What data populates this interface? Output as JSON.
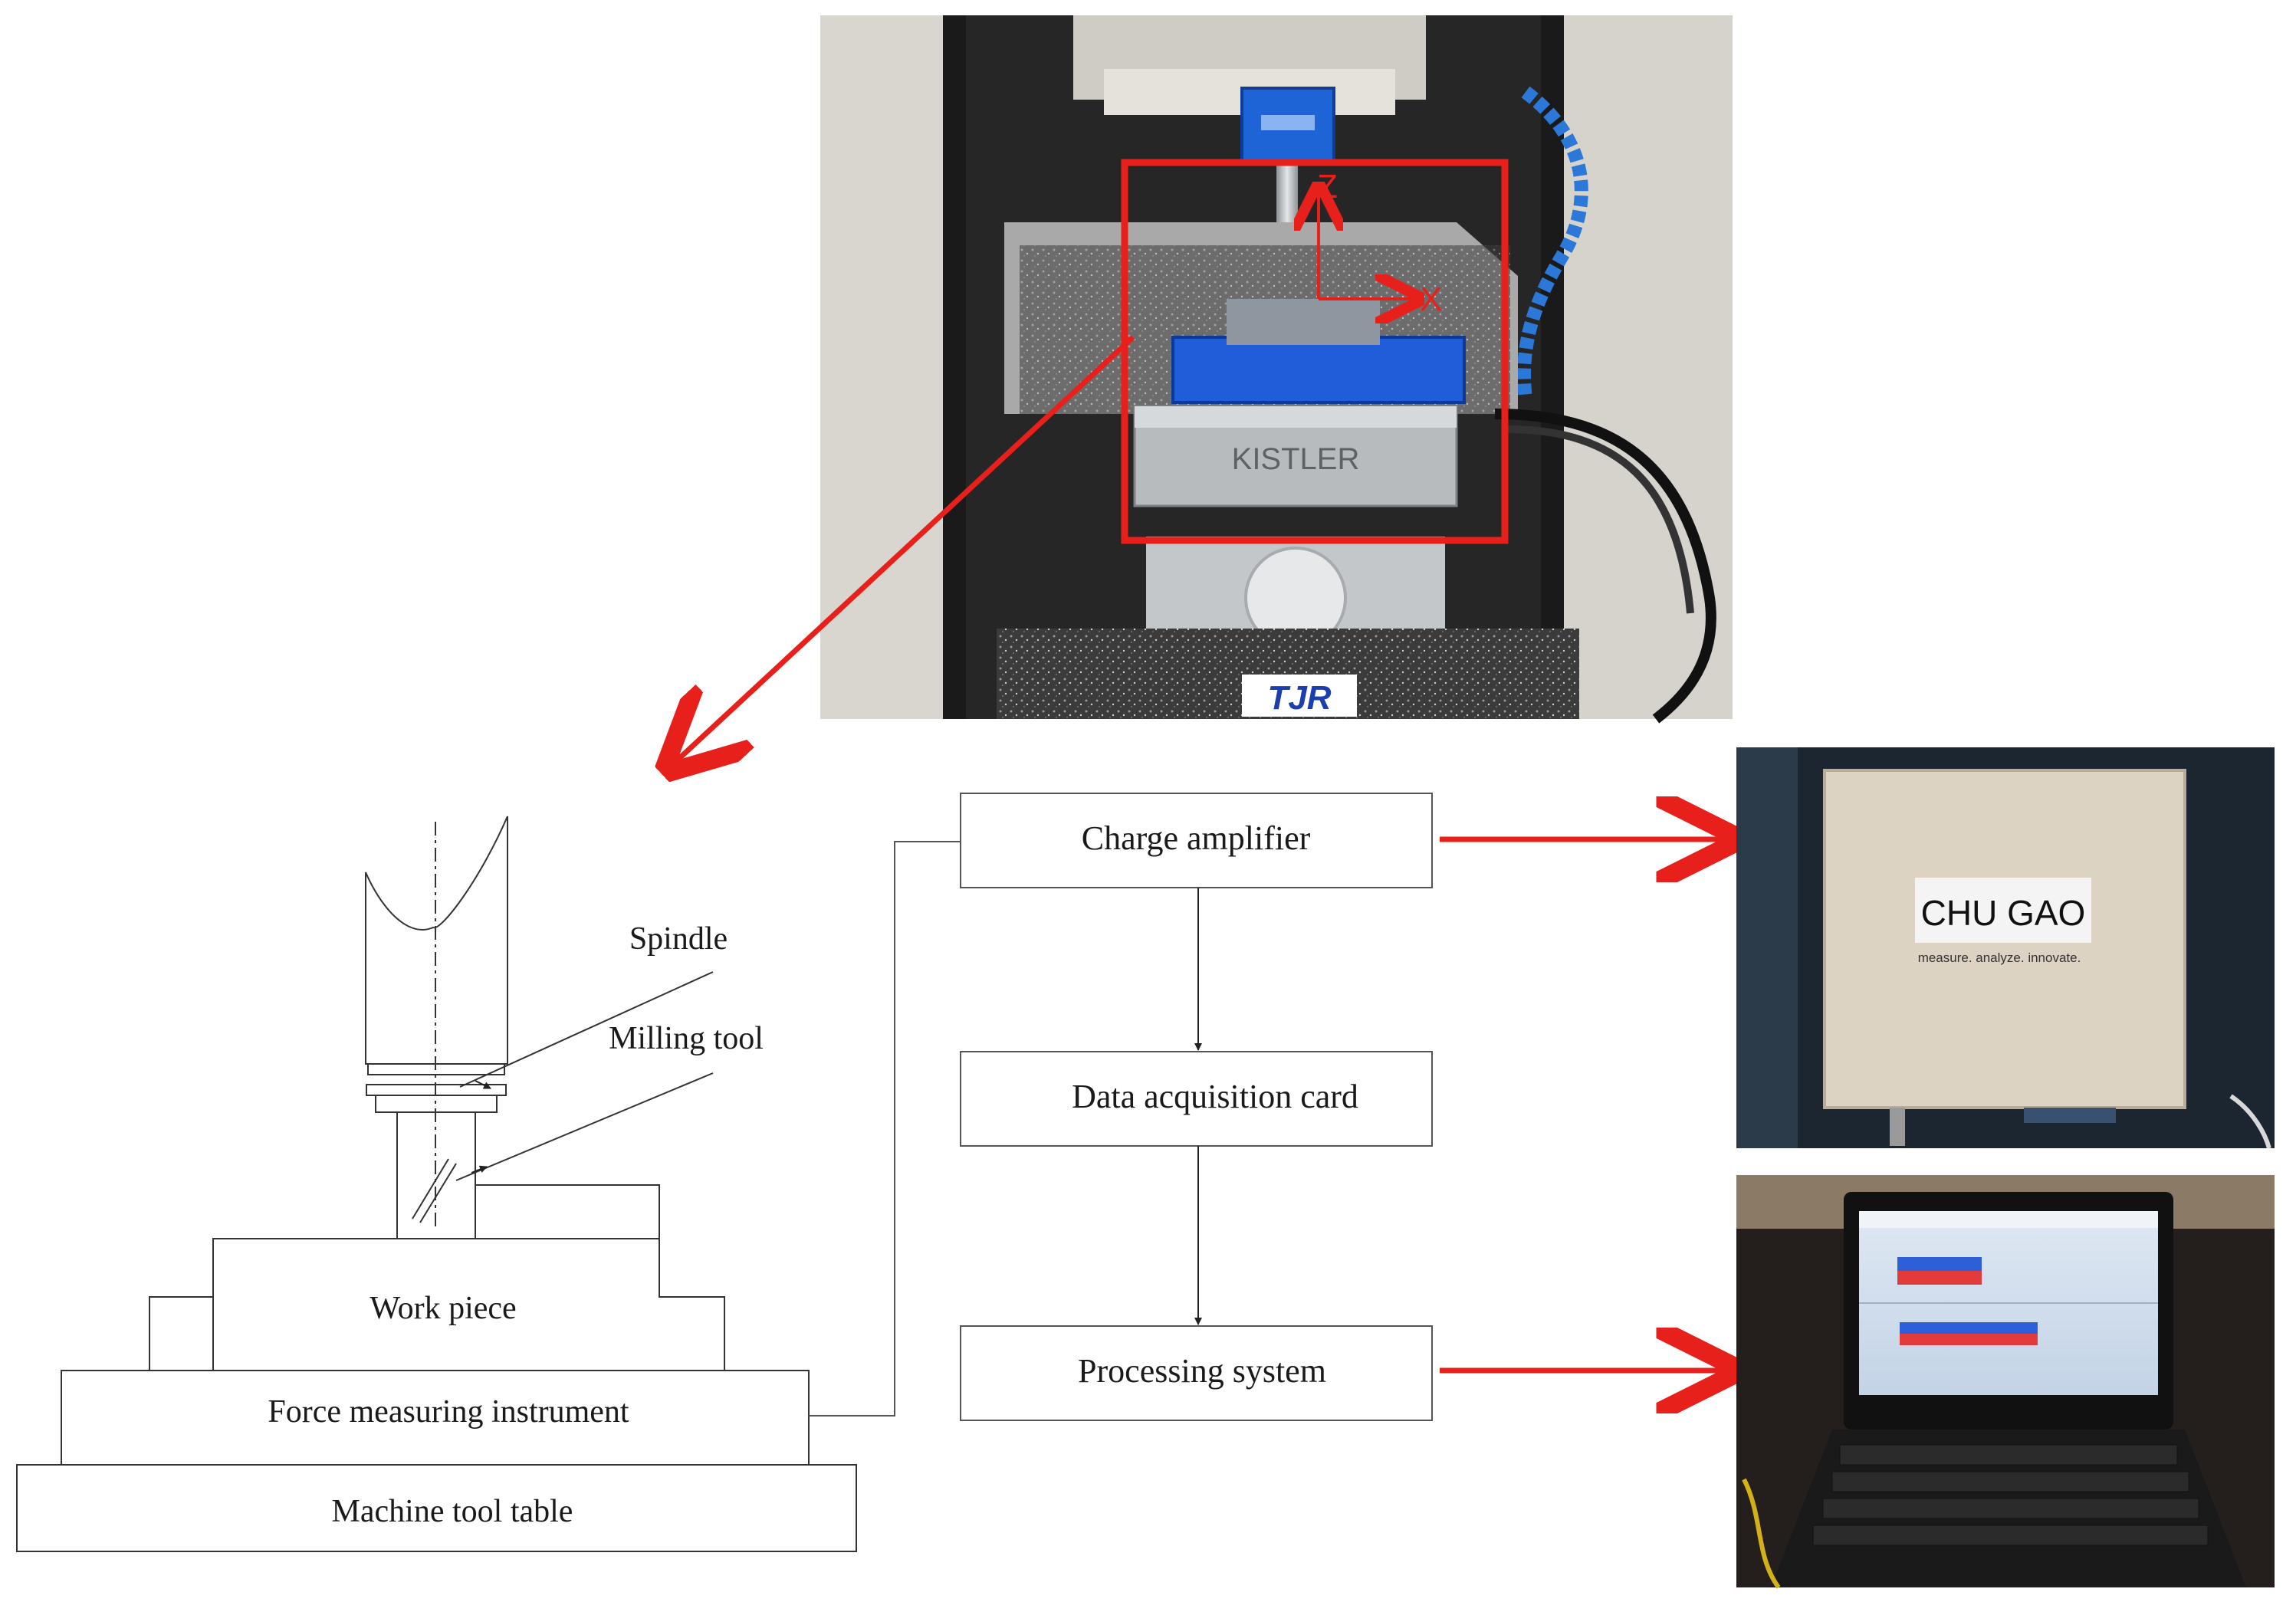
{
  "photo_machine": {
    "axis_z": "Z",
    "axis_x": "X",
    "dynamometer_brand": "KISTLER",
    "table_brand": "TJR"
  },
  "schematic": {
    "spindle_label": "Spindle",
    "milling_tool_label": "Milling tool",
    "workpiece_label": "Work piece",
    "force_instrument_label": "Force measuring instrument",
    "machine_table_label": "Machine tool table"
  },
  "flow": {
    "charge_amplifier": "Charge amplifier",
    "data_acquisition": "Data acquisition card",
    "processing_system": "Processing system"
  },
  "photo_amplifier": {
    "brand": "CHU GAO",
    "tagline": "measure. analyze. innovate."
  },
  "colors": {
    "highlight_red": "#e8201c",
    "line_dark": "#333333",
    "vise_blue": "#1a5ad8"
  }
}
